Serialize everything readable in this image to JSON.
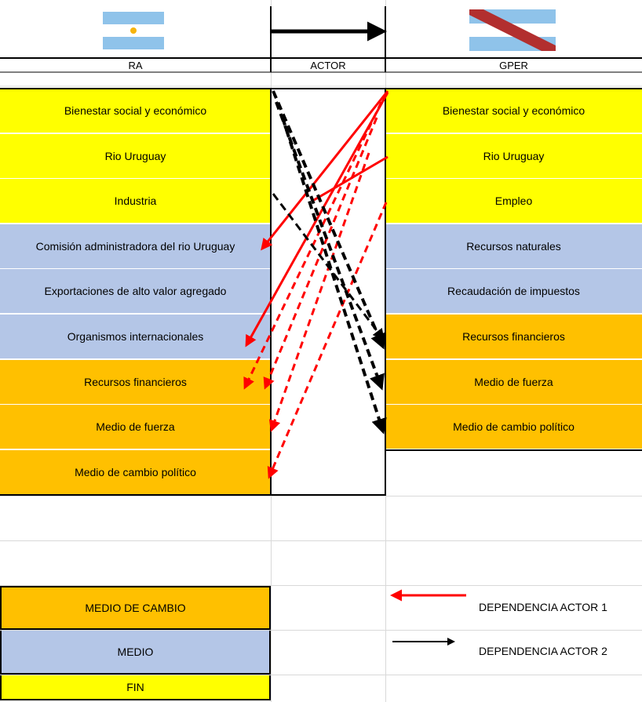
{
  "headers": {
    "left": "RA",
    "middle": "ACTOR",
    "right": "GPER"
  },
  "left_column": [
    {
      "label": "Bienestar social y económico",
      "category": "fin"
    },
    {
      "label": "Rio Uruguay",
      "category": "fin"
    },
    {
      "label": "Industria",
      "category": "fin"
    },
    {
      "label": "Comisión administradora del rio Uruguay",
      "category": "medio"
    },
    {
      "label": "Exportaciones de alto valor agregado",
      "category": "medio"
    },
    {
      "label": "Organismos internacionales",
      "category": "medio"
    },
    {
      "label": "Recursos financieros",
      "category": "medio_de_cambio"
    },
    {
      "label": "Medio de fuerza",
      "category": "medio_de_cambio"
    },
    {
      "label": "Medio de cambio político",
      "category": "medio_de_cambio"
    }
  ],
  "right_column": [
    {
      "label": "Bienestar social y económico",
      "category": "fin"
    },
    {
      "label": "Rio Uruguay",
      "category": "fin"
    },
    {
      "label": "Empleo",
      "category": "fin"
    },
    {
      "label": "Recursos naturales",
      "category": "medio"
    },
    {
      "label": "Recaudación de impuestos",
      "category": "medio"
    },
    {
      "label": "Recursos financieros",
      "category": "medio_de_cambio"
    },
    {
      "label": "Medio de fuerza",
      "category": "medio_de_cambio"
    },
    {
      "label": "Medio de cambio político",
      "category": "medio_de_cambio"
    }
  ],
  "category_legend": [
    {
      "label": "MEDIO DE CAMBIO",
      "category": "medio_de_cambio"
    },
    {
      "label": "MEDIO",
      "category": "medio"
    },
    {
      "label": "FIN",
      "category": "fin"
    }
  ],
  "arrow_legend": [
    {
      "label": "DEPENDENCIA ACTOR 1",
      "color": "#ff0000",
      "direction": "left"
    },
    {
      "label": "DEPENDENCIA ACTOR 2",
      "color": "#000000",
      "direction": "right"
    }
  ],
  "colors": {
    "fin": "#ffff00",
    "medio": "#b4c6e7",
    "medio_de_cambio": "#ffc000",
    "red_arrow": "#ff0000",
    "black_arrow": "#000000"
  },
  "flags": {
    "left": "argentina-flag-icon",
    "right": "uruguay-region-flag-icon"
  }
}
